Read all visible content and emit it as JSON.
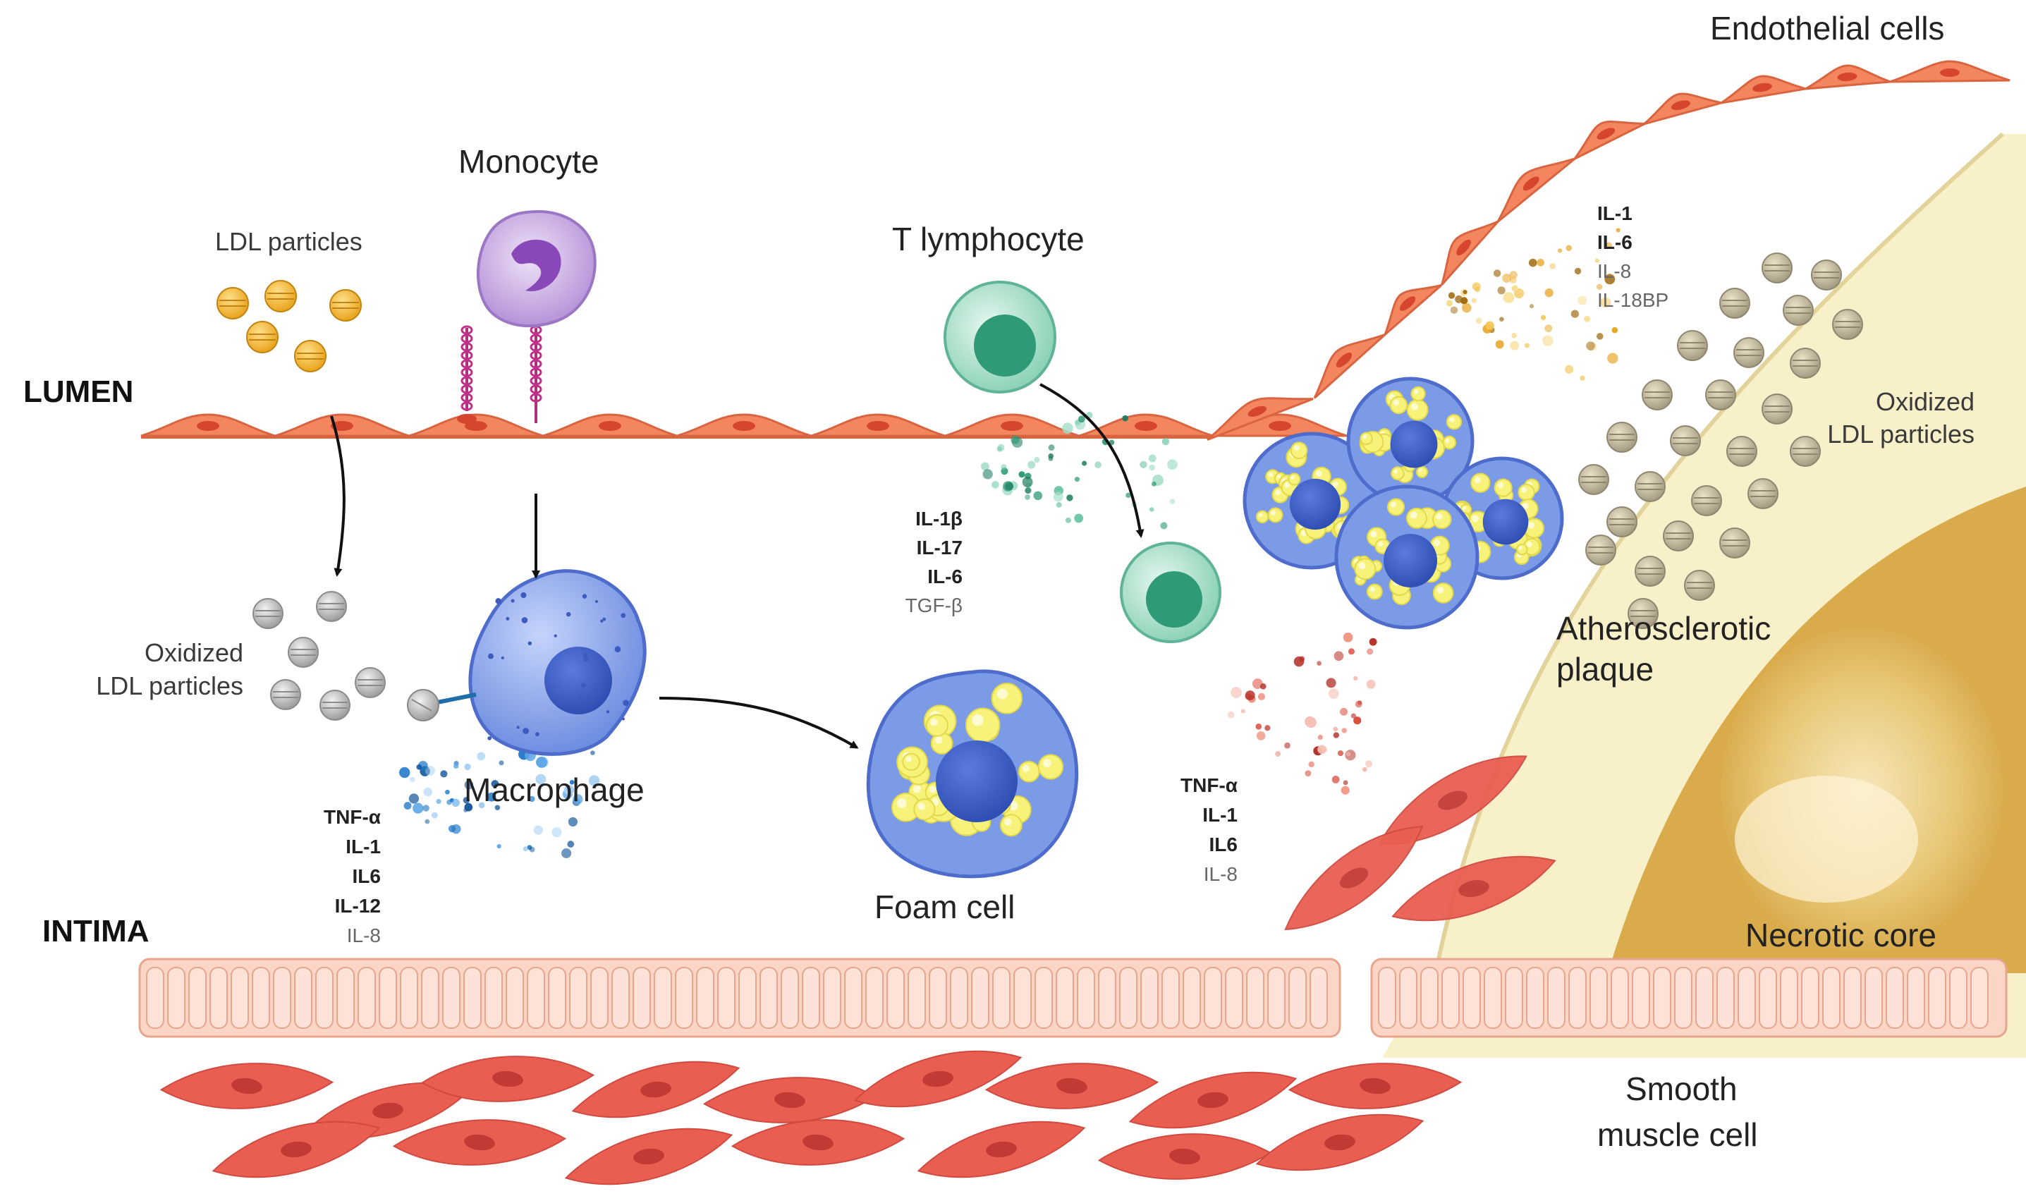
{
  "regions": {
    "lumen": "LUMEN",
    "intima": "INTIMA"
  },
  "labels": {
    "endothelial_cells": "Endothelial cells",
    "monocyte": "Monocyte",
    "ldl_particles": "LDL particles",
    "t_lymphocyte": "T lymphocyte",
    "oxidized_ldl_left_1": "Oxidized",
    "oxidized_ldl_left_2": "LDL particles",
    "oxidized_ldl_right_1": "Oxidized",
    "oxidized_ldl_right_2": "LDL particles",
    "macrophage": "Macrophage",
    "foam_cell": "Foam cell",
    "plaque_1": "Atherosclerotic",
    "plaque_2": "plaque",
    "necrotic_core": "Necrotic core",
    "smooth_muscle_1": "Smooth",
    "smooth_muscle_2": "muscle cell"
  },
  "cytokines": {
    "tcell": [
      {
        "text": "IL-1β",
        "bold": true
      },
      {
        "text": "IL-17",
        "bold": true
      },
      {
        "text": "IL-6",
        "bold": true
      },
      {
        "text": "TGF-β",
        "bold": false
      }
    ],
    "plaque_top": [
      {
        "text": "IL-1",
        "bold": true
      },
      {
        "text": "IL-6",
        "bold": true
      },
      {
        "text": "IL-8",
        "bold": false
      },
      {
        "text": "IL-18BP",
        "bold": false
      }
    ],
    "macrophage": [
      {
        "text": "TNF-α",
        "bold": true
      },
      {
        "text": "IL-1",
        "bold": true
      },
      {
        "text": "IL6",
        "bold": true
      },
      {
        "text": "IL-12",
        "bold": true
      },
      {
        "text": "IL-8",
        "bold": false
      }
    ],
    "smooth_muscle": [
      {
        "text": "TNF-α",
        "bold": true
      },
      {
        "text": "IL-1",
        "bold": true
      },
      {
        "text": "IL6",
        "bold": true
      },
      {
        "text": "IL-8",
        "bold": false
      }
    ]
  },
  "colors": {
    "endothelium": "#f08060",
    "smooth_muscle": "#e8584e",
    "basement": "#fbd5c5",
    "plaque": "#f8efc6",
    "necrotic": "#d8aa48",
    "ldl": "#f2b431",
    "oxldl": "#b8b8b8",
    "monocyte": "#b893d9",
    "tcell": "#9fdcc4",
    "macrophage": "#6f8fe0",
    "foam_lipid": "#f7f27a"
  }
}
